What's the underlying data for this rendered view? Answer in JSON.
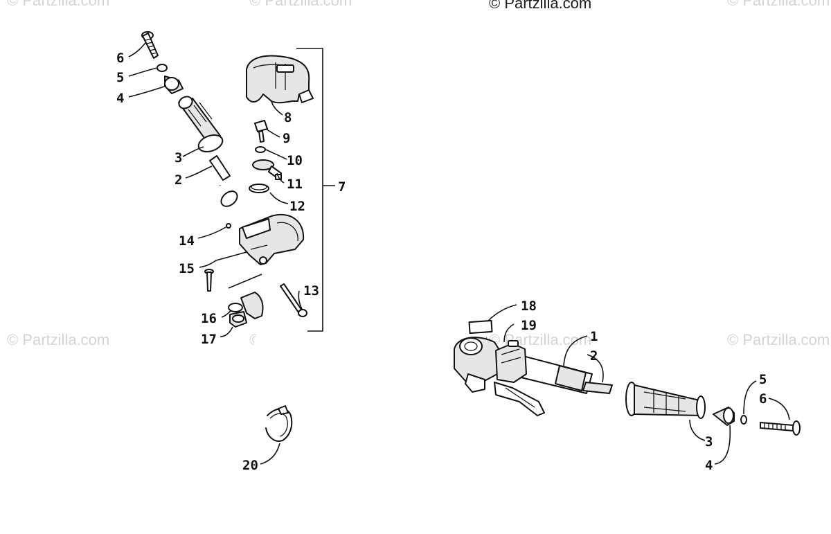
{
  "watermark": {
    "main": "© Partzilla.com",
    "faint": "© Partzilla.com"
  },
  "callouts": {
    "c1": "1",
    "c2a": "2",
    "c2b": "2",
    "c3a": "3",
    "c3b": "3",
    "c4a": "4",
    "c4b": "4",
    "c5a": "5",
    "c5b": "5",
    "c6a": "6",
    "c6b": "6",
    "c7": "7",
    "c8": "8",
    "c9": "9",
    "c10": "10",
    "c11": "11",
    "c12": "12",
    "c13": "13",
    "c14": "14",
    "c15": "15",
    "c16": "16",
    "c17": "17",
    "c18": "18",
    "c19": "19",
    "c20": "20"
  }
}
